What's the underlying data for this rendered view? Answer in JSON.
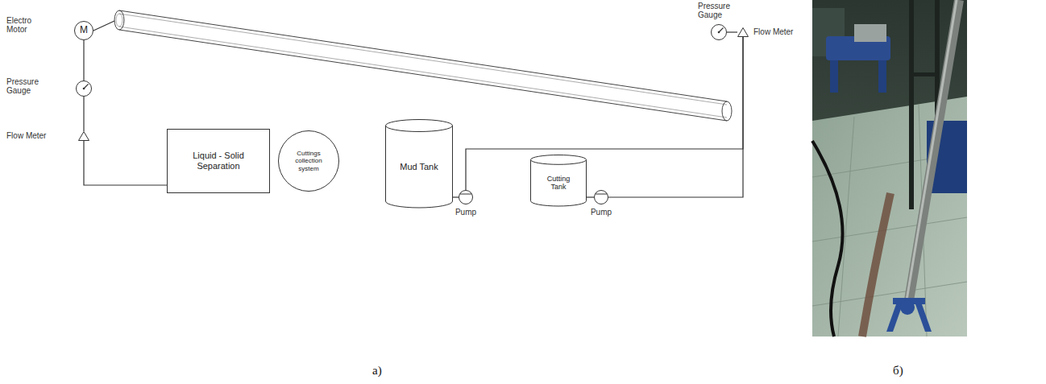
{
  "diagram": {
    "nodes": [
      {
        "text": [
          "Electro Motor",
          "M"
        ]
      },
      {
        "text": [
          "Pressure Gauge"
        ]
      },
      {
        "text": [
          "Flow Meter"
        ]
      },
      {
        "text": [
          "Liquid - Solid Separation"
        ]
      },
      {
        "text": [
          "Cuttings collection system"
        ]
      },
      {
        "text": [
          "Mud Tank"
        ]
      },
      {
        "text": [
          "Pump"
        ]
      },
      {
        "text": [
          "Cutting Tank"
        ]
      },
      {
        "text": [
          "Pump"
        ]
      },
      {
        "text": [
          "Pressure Gauge"
        ]
      },
      {
        "text": [
          "Flow Meter"
        ]
      }
    ],
    "edges": [
      {
        "from": 0,
        "to": 1,
        "arrow": "none"
      },
      {
        "from": 1,
        "to": 2,
        "arrow": "none"
      },
      {
        "from": 2,
        "to": 3,
        "arrow": "none"
      },
      {
        "from": 5,
        "to": 6,
        "arrow": "none"
      },
      {
        "from": 6,
        "to": 10,
        "arrow": "none"
      },
      {
        "from": 7,
        "to": 8,
        "arrow": "none"
      },
      {
        "from": 8,
        "to": 10,
        "arrow": "none"
      },
      {
        "from": 9,
        "to": 10,
        "arrow": "none"
      }
    ],
    "labels": [
      "а)",
      "б)"
    ]
  }
}
